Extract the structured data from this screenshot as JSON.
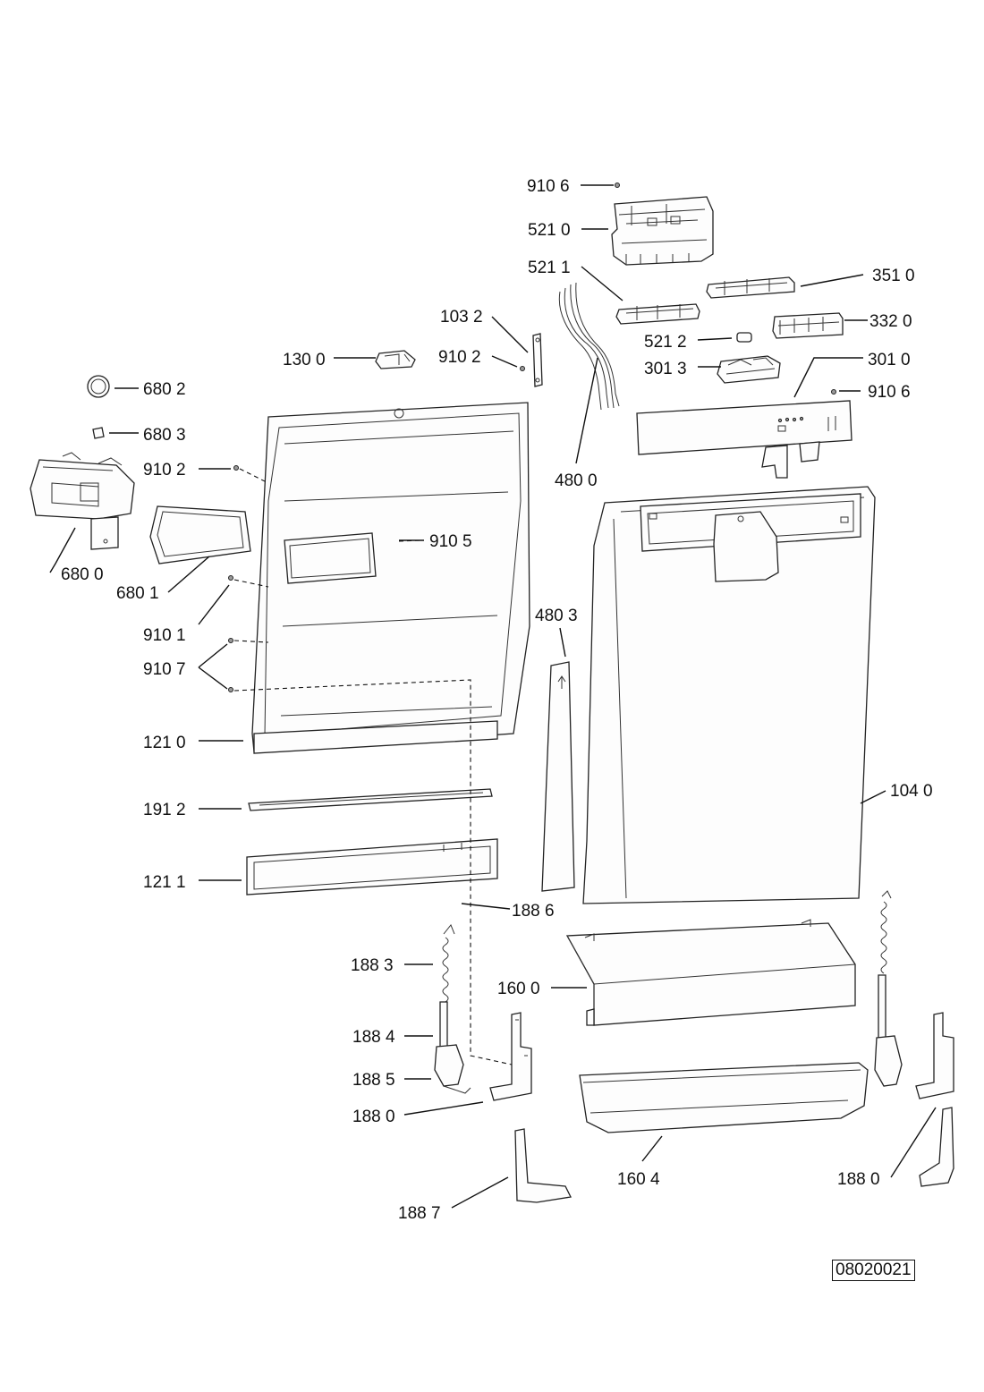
{
  "diagram": {
    "labels": {
      "l_910_6a": "910 6",
      "l_521_0": "521 0",
      "l_521_1": "521 1",
      "l_351_0": "351 0",
      "l_103_2": "103 2",
      "l_332_0": "332 0",
      "l_521_2": "521 2",
      "l_130_0": "130 0",
      "l_910_2a": "910 2",
      "l_301_3": "301 3",
      "l_301_0": "301 0",
      "l_910_6b": "910 6",
      "l_680_2": "680 2",
      "l_680_3": "680 3",
      "l_910_2b": "910 2",
      "l_480_0": "480 0",
      "l_910_5": "910 5",
      "l_680_0": "680 0",
      "l_680_1": "680 1",
      "l_910_1": "910 1",
      "l_480_3": "480 3",
      "l_910_7": "910 7",
      "l_121_0": "121 0",
      "l_104_0": "104 0",
      "l_191_2": "191 2",
      "l_121_1": "121 1",
      "l_188_6": "188 6",
      "l_188_3": "188 3",
      "l_160_0": "160 0",
      "l_188_4": "188 4",
      "l_188_5": "188 5",
      "l_188_0a": "188 0",
      "l_160_4": "160 4",
      "l_188_0b": "188 0",
      "l_188_7": "188 7"
    },
    "drawing_code": "08020021"
  }
}
